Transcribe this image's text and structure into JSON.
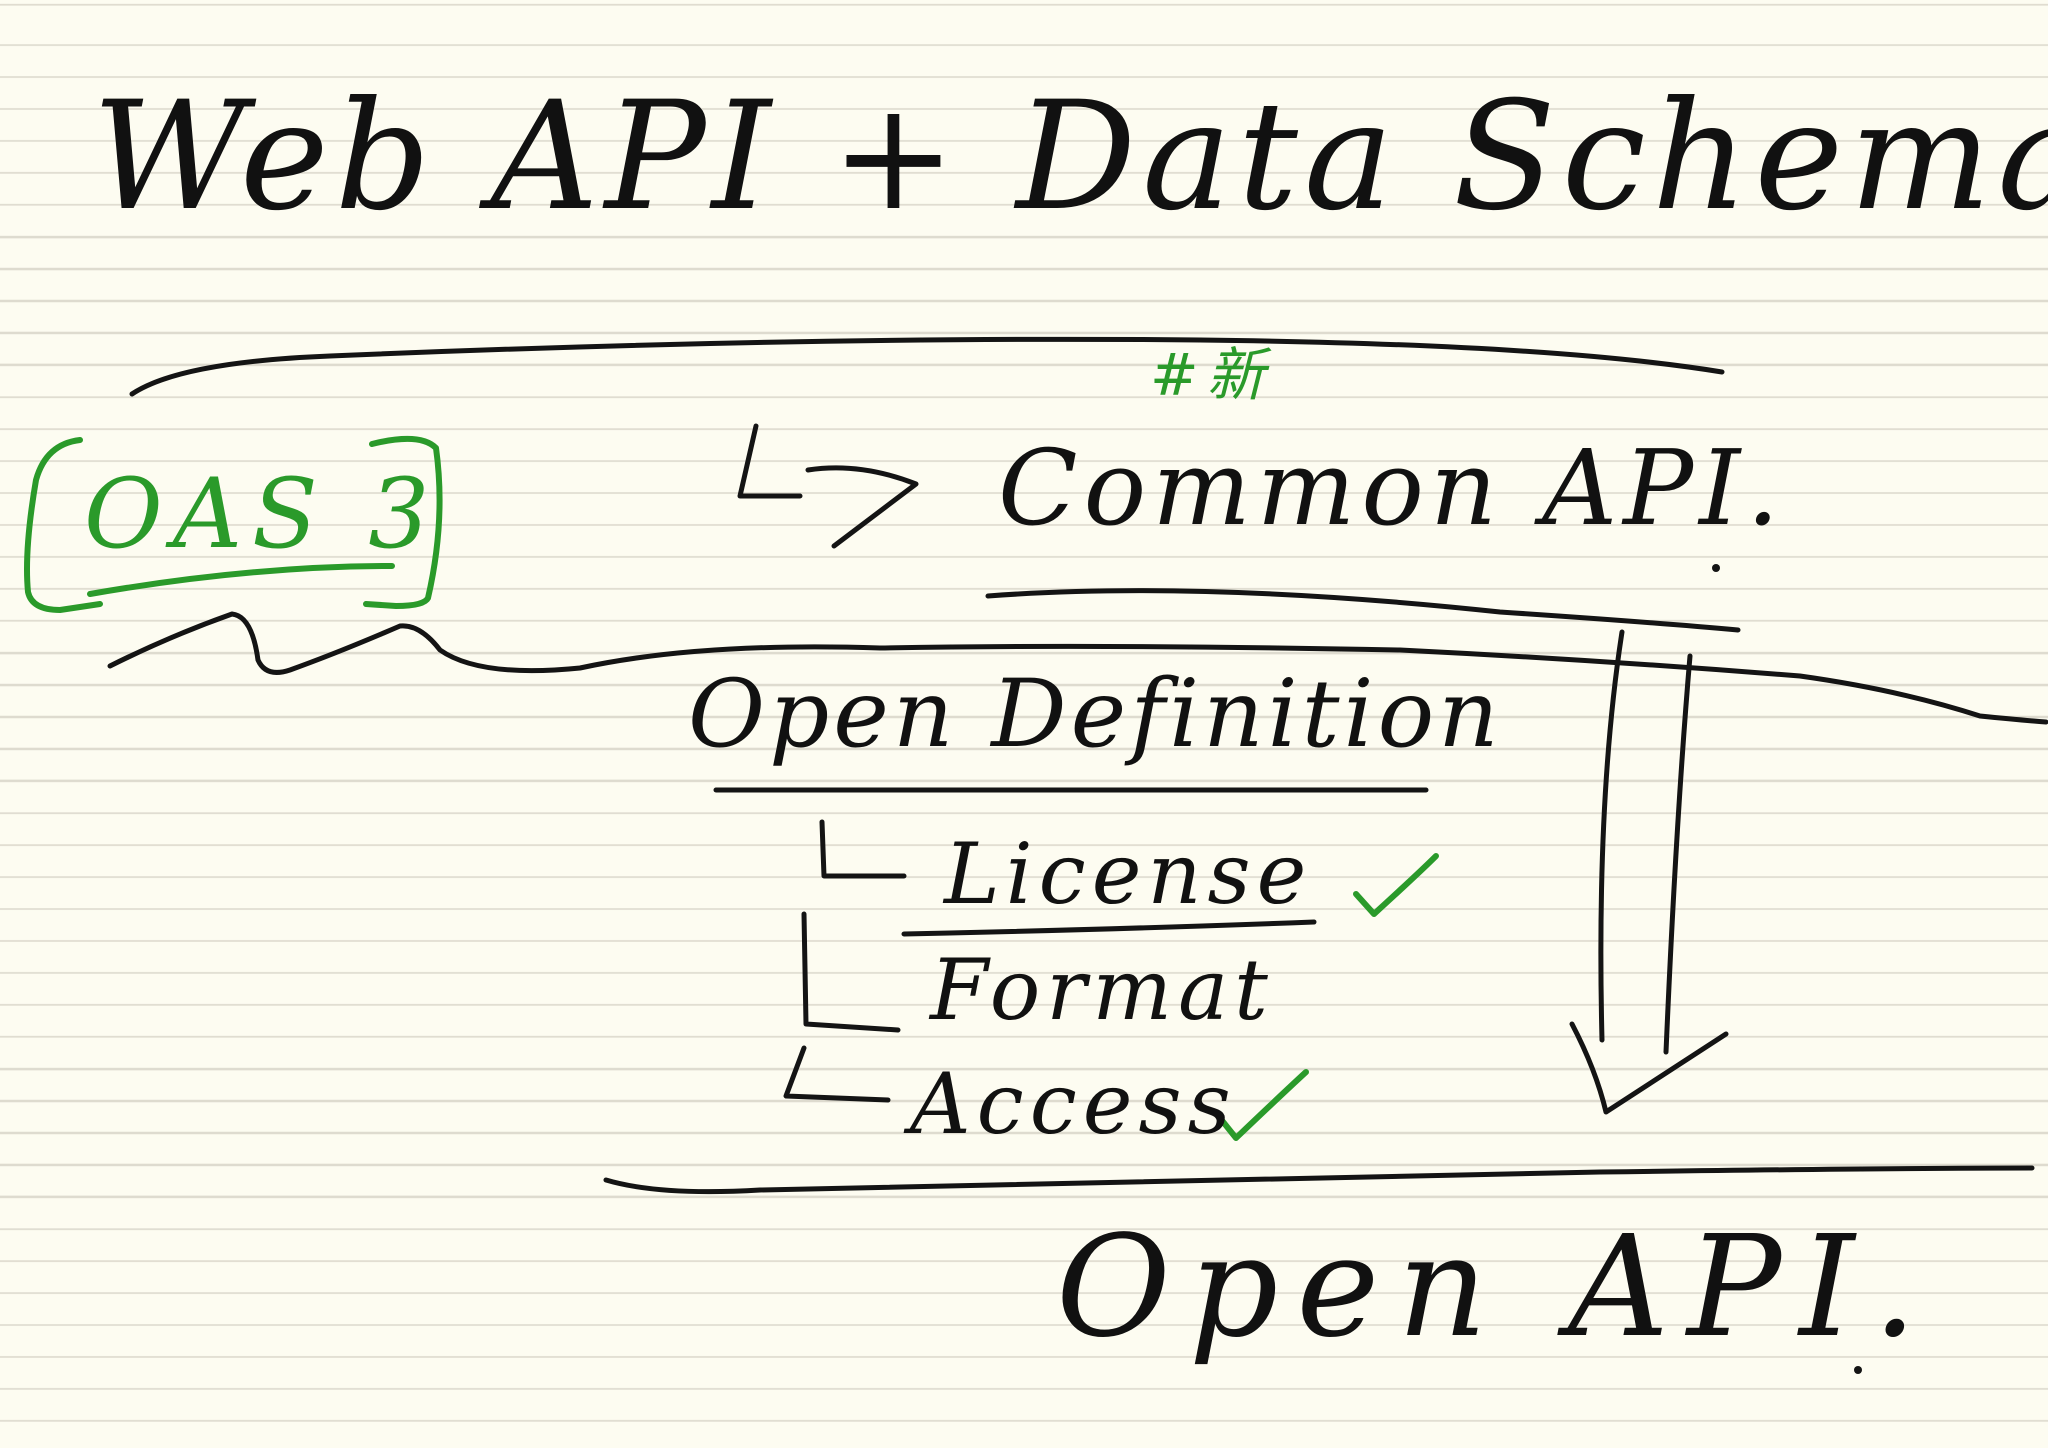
{
  "diagram": {
    "title": "Web API + Data Schema",
    "badge": "OAS 3",
    "green_note": "#新",
    "common_api": "Common API.",
    "open_definition": "Open Definition",
    "items": [
      {
        "label": "License",
        "checked": true
      },
      {
        "label": "Format",
        "checked": false
      },
      {
        "label": "Access",
        "checked": true
      }
    ],
    "result": "Open API."
  },
  "colors": {
    "paper": "#fdfcf1",
    "rule_line": "#dedbcf",
    "ink": "#141414",
    "green_ink": "#2a9a2a"
  }
}
